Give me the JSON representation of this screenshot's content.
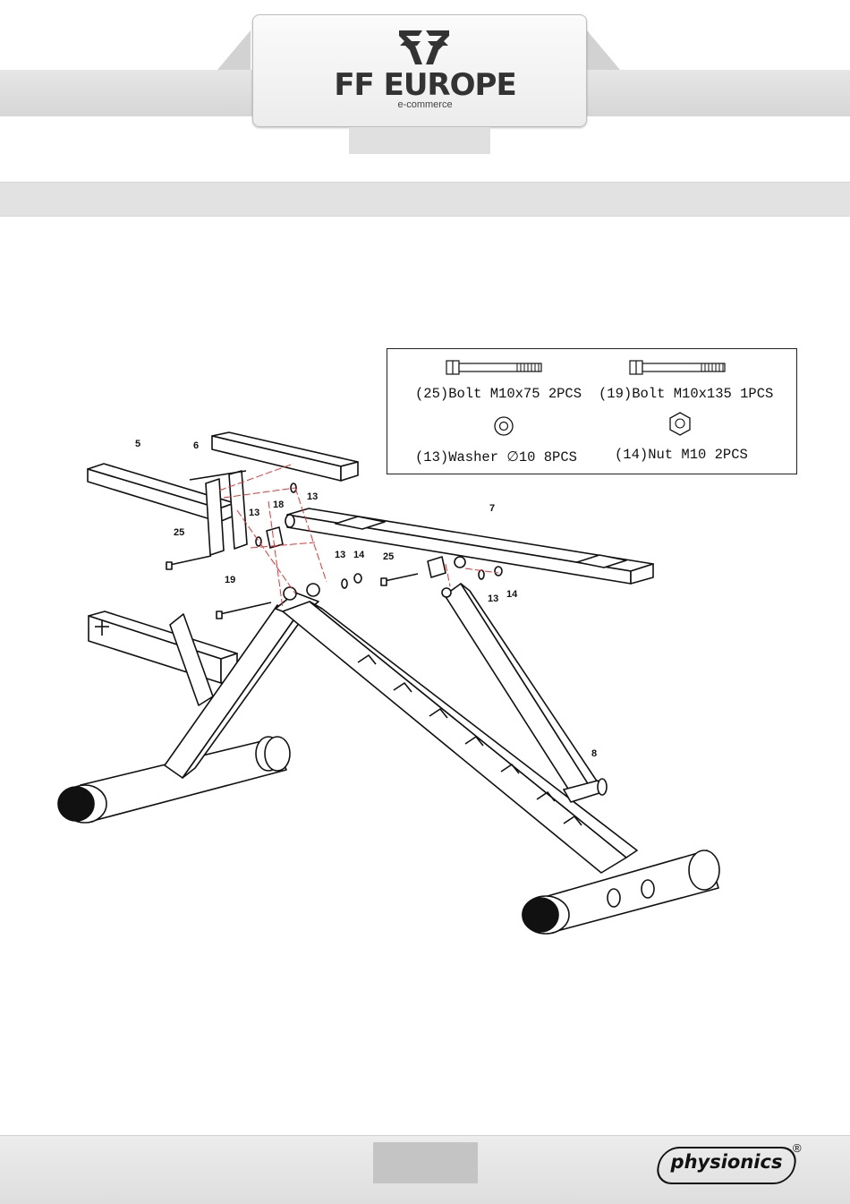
{
  "header": {
    "brand": "FF EUROPE",
    "tagline": "e-commerce",
    "logo_icon": "ff-monogram-icon"
  },
  "parts": {
    "bolt_25": "(25)Bolt M10x75 2PCS",
    "bolt_19": "(19)Bolt M10x135 1PCS",
    "washer_13": "(13)Washer ∅10 8PCS",
    "nut_14": "(14)Nut M10 2PCS"
  },
  "callouts": {
    "c5": "5",
    "c6": "6",
    "c7": "7",
    "c8": "8",
    "c13a": "13",
    "c13b": "13",
    "c13c": "13",
    "c13d": "13",
    "c18": "18",
    "c25a": "25",
    "c25b": "25",
    "c19": "19",
    "c14a": "14",
    "c14b": "14"
  },
  "footer": {
    "brand": "physionics",
    "registered": "®"
  }
}
